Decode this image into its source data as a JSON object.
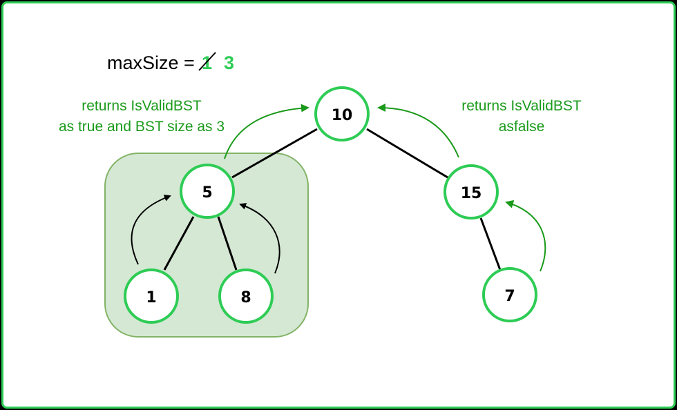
{
  "header": {
    "label": "maxSize =",
    "old_value": "1",
    "new_value": "3"
  },
  "notes": {
    "left_line1": "returns IsValidBST",
    "left_line2": "as true and BST size as 3",
    "right_line1": "returns IsValidBST",
    "right_line2": "asfalse"
  },
  "tree": {
    "root": "10",
    "left": "5",
    "left_left": "1",
    "left_right": "8",
    "right": "15",
    "right_left": "7"
  },
  "colors": {
    "accent_green": "#2ecc55",
    "text_green": "#1a9a1a",
    "highlight_fill": "#d5e8d4",
    "highlight_stroke": "#82b366"
  }
}
